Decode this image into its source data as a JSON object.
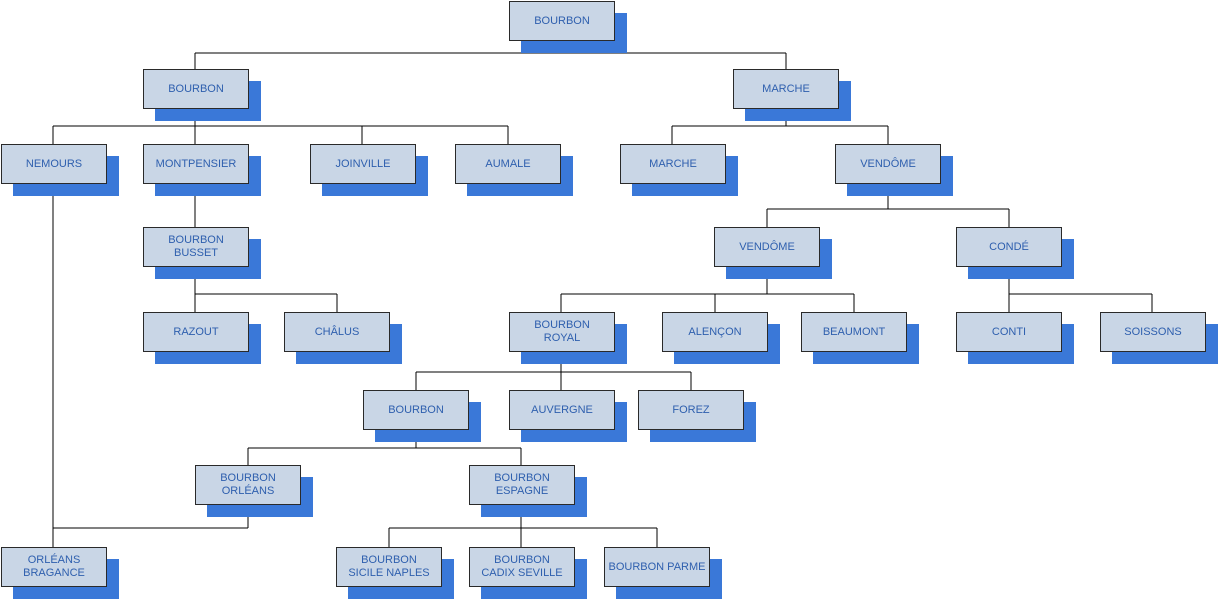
{
  "colors": {
    "box_fill": "#c9d6e6",
    "shadow": "#3a78d8",
    "text": "#2e5fae",
    "line": "#000000"
  },
  "nodes": {
    "root": "BOURBON",
    "bourbon_l2": "BOURBON",
    "marche_l2": "MARCHE",
    "nemours": "NEMOURS",
    "montpensier": "MONTPENSIER",
    "joinville": "JOINVILLE",
    "aumale": "AUMALE",
    "marche_l3": "MARCHE",
    "vendome_l3": "VENDÔME",
    "bourbon_busset": "BOURBON BUSSET",
    "vendome_l4": "VENDÔME",
    "conde": "CONDÉ",
    "razout": "RAZOUT",
    "chalus": "CHÂLUS",
    "bourbon_royal": "BOURBON\nROYAL",
    "alencon": "ALENÇON",
    "beaumont": "BEAUMONT",
    "conti": "CONTI",
    "soissons": "SOISSONS",
    "bourbon_l6": "BOURBON",
    "auvergne": "AUVERGNE",
    "forez": "FOREZ",
    "bourbon_orleans": "BOURBON\nORLÉANS",
    "bourbon_espagne": "BOURBON\nESPAGNE",
    "orleans_bragance": "ORLÉANS\nBRAGANCE",
    "bourbon_sicile_naples": "BOURBON\nSICILE NAPLES",
    "bourbon_cadix_seville": "BOURBON\nCADIX SEVILLE",
    "bourbon_parme": "BOURBON PARME"
  }
}
